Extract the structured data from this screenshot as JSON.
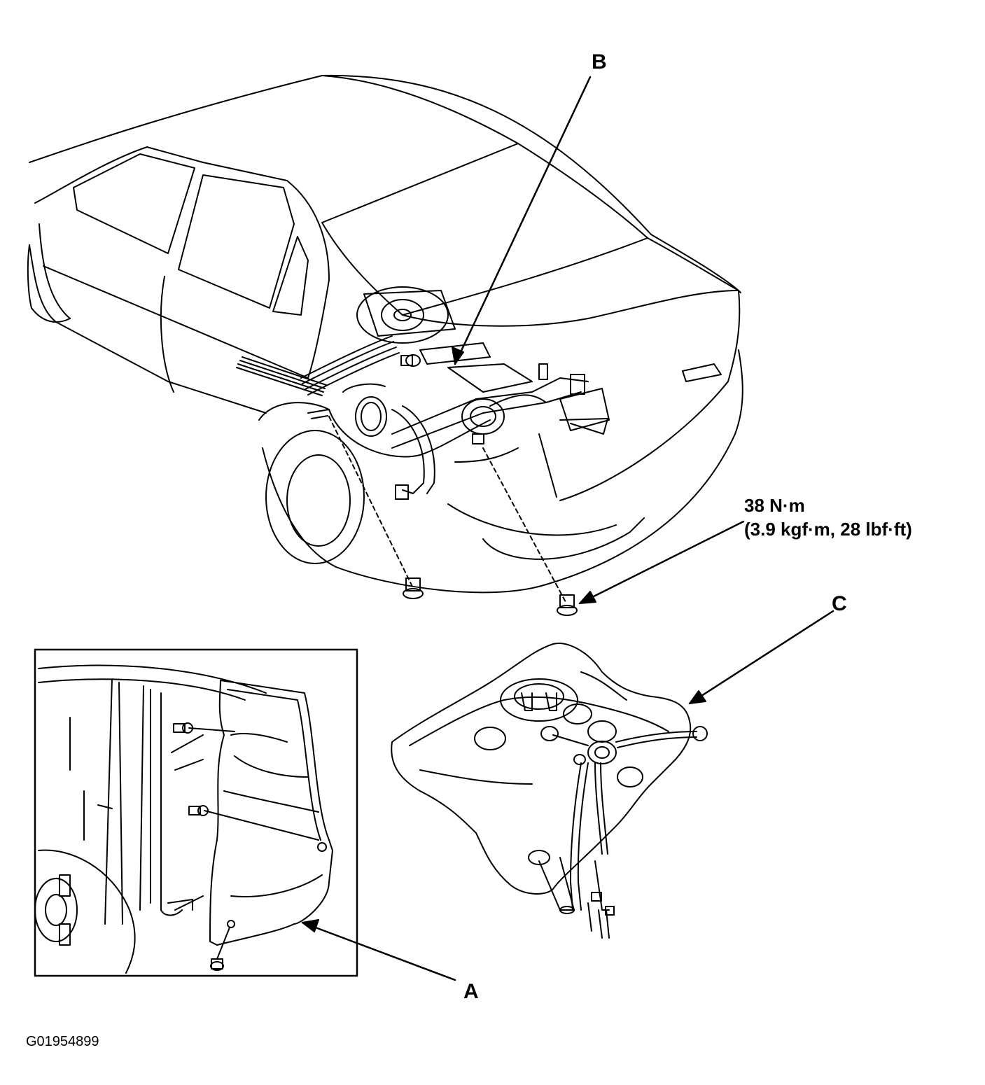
{
  "labels": {
    "a": "A",
    "b": "B",
    "c": "C",
    "torque_line1": "38 N·m",
    "torque_line2": "(3.9 kgf·m, 28 lbf·ft)",
    "figure_code": "G01954899"
  },
  "colors": {
    "ink": "#000000",
    "paper": "#ffffff"
  }
}
